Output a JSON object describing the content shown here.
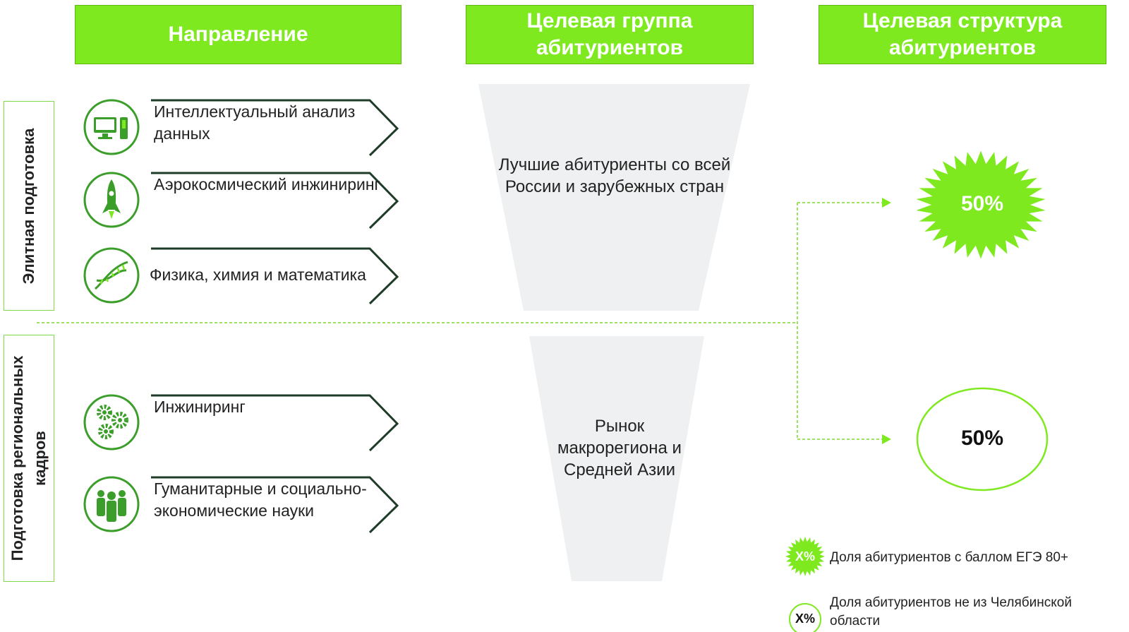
{
  "headers": {
    "direction": "Направление",
    "target_group": "Целевая группа абитуриентов",
    "target_structure": "Целевая структура абитуриентов"
  },
  "groups": {
    "elite": {
      "label": "Элитная подготовка",
      "funnel_text": "Лучшие абитуриенты со всей России и зарубежных стран",
      "value": "50%",
      "items": [
        {
          "label": "Интеллектуальный анализ данных",
          "icon": "computer-icon"
        },
        {
          "label": "Аэрокосмический инжиниринг",
          "icon": "rocket-icon"
        },
        {
          "label": "Физика, химия и математика",
          "icon": "dna-icon"
        }
      ]
    },
    "regional": {
      "label": "Подготовка региональных кадров",
      "funnel_text": "Рынок макрорегиона и Средней Азии",
      "value": "50%",
      "items": [
        {
          "label": "Инжиниринг",
          "icon": "gears-icon"
        },
        {
          "label": "Гуманитарные и социально-экономические науки",
          "icon": "people-icon"
        }
      ]
    }
  },
  "legend": {
    "marker_text": "X%",
    "burst_label": "Доля абитуриентов с баллом ЕГЭ 80+",
    "circle_label": "Доля абитуриентов не из Челябинской области"
  },
  "colors": {
    "accent": "#7ee91f",
    "dark_accent": "#3c9e2a",
    "funnel": "#eef0f1",
    "chevron": "#1e3c28"
  }
}
